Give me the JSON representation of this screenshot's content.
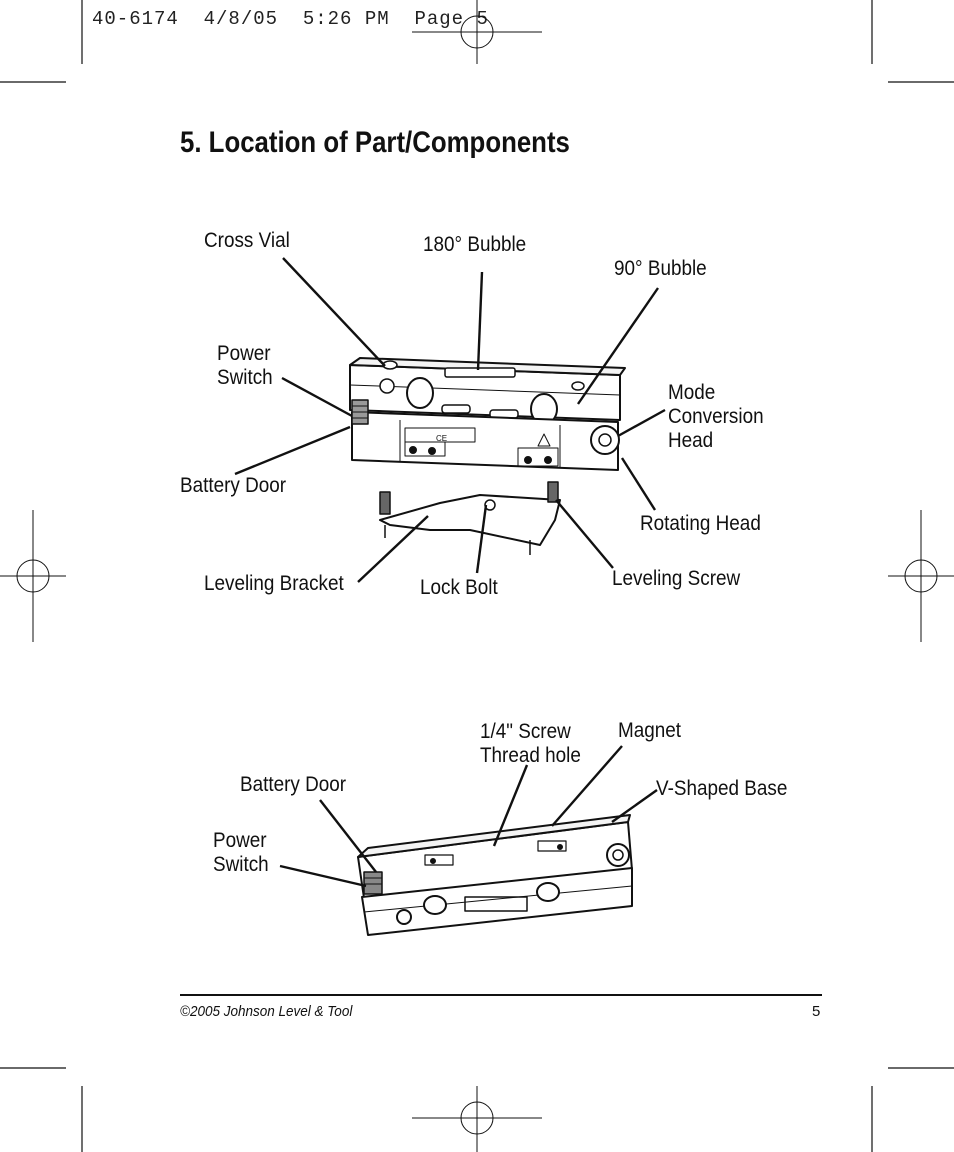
{
  "slug": "40-6174  4/8/05  5:26 PM  Page 5",
  "section_title": "5. Location of Part/Components",
  "diagram_top": {
    "cross_vial": "Cross Vial",
    "bubble_180": "180° Bubble",
    "bubble_90": "90° Bubble",
    "power_switch": [
      "Power",
      "Switch"
    ],
    "mode_conversion_head": [
      "Mode",
      "Conversion",
      "Head"
    ],
    "battery_door": "Battery Door",
    "rotating_head": "Rotating Head",
    "leveling_bracket": "Leveling Bracket",
    "lock_bolt": "Lock Bolt",
    "leveling_screw": "Leveling Screw",
    "device_markings": [
      "CE"
    ]
  },
  "diagram_bottom": {
    "screw_thread_hole": [
      "1/4\" Screw",
      "Thread hole"
    ],
    "magnet": "Magnet",
    "battery_door": "Battery Door",
    "v_shaped_base": "V-Shaped Base",
    "power_switch": [
      "Power",
      "Switch"
    ]
  },
  "footer": {
    "copyright": "©2005 Johnson Level & Tool",
    "page_number": "5"
  }
}
